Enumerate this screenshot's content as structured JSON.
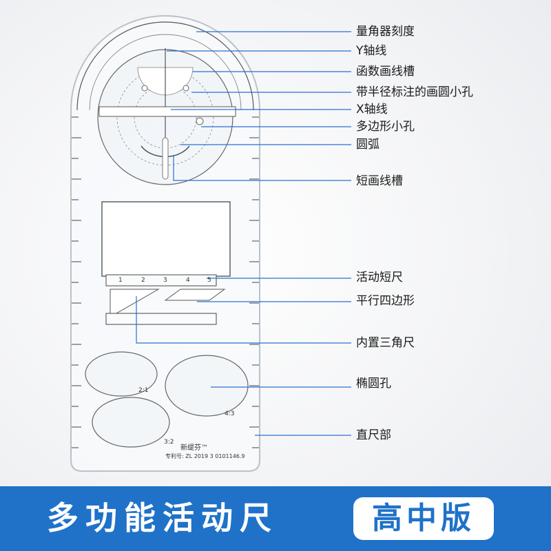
{
  "callouts": [
    {
      "id": "protractor-scale",
      "label": "量角器刻度"
    },
    {
      "id": "y-axis",
      "label": "Y轴线"
    },
    {
      "id": "function-slot",
      "label": "函数画线槽"
    },
    {
      "id": "radius-holes",
      "label": "带半径标注的画圆小孔"
    },
    {
      "id": "x-axis",
      "label": "X轴线"
    },
    {
      "id": "polygon-holes",
      "label": "多边形小孔"
    },
    {
      "id": "arc",
      "label": "圆弧"
    },
    {
      "id": "short-slot",
      "label": "短画线槽"
    },
    {
      "id": "movable-ruler",
      "label": "活动短尺"
    },
    {
      "id": "parallelogram",
      "label": "平行四边形"
    },
    {
      "id": "triangle",
      "label": "内置三角尺"
    },
    {
      "id": "ellipse-holes",
      "label": "椭圆孔"
    },
    {
      "id": "straight-ruler",
      "label": "直尺部"
    }
  ],
  "ruler": {
    "brand": "新缇芬™",
    "patent": "专利号: ZL 2019 3 0101146.9",
    "ellipse_ratios": [
      "2:1",
      "4:3",
      "3:2"
    ],
    "inner_ruler_numbers": [
      "1",
      "2",
      "3",
      "4",
      "5"
    ]
  },
  "banner": {
    "title": "多功能活动尺",
    "badge": "高中版"
  },
  "colors": {
    "banner": "#1f72c8",
    "callout_line": "#2a6fd1",
    "badge_bg": "#ffffff",
    "badge_text": "#1f72c8"
  }
}
